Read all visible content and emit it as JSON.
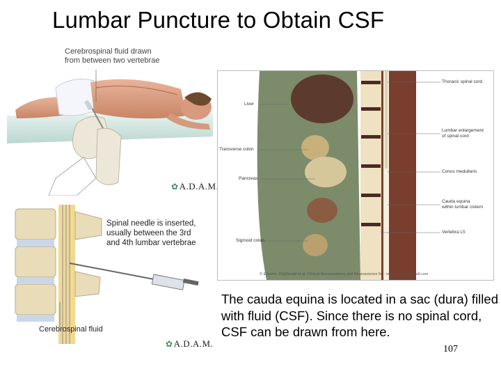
{
  "slide": {
    "title": "Lumbar Puncture to Obtain CSF",
    "body": "The cauda equina is located in a sac (dura) filled with fluid (CSF). Since there is no spinal cord, CSF can be drawn from here.",
    "page_number": "107"
  },
  "figure_patient": {
    "caption_line1": "Cerebrospinal fluid drawn",
    "caption_line2": "from between two vertebrae",
    "brand": "A.D.A.M."
  },
  "figure_spine": {
    "caption_line1": "Spinal needle is inserted,",
    "caption_line2": "usually between the 3rd",
    "caption_line3": "and 4th lumbar vertebrae",
    "fluid_label": "Cerebrospinal fluid",
    "brand": "A.D.A.M."
  },
  "figure_section": {
    "labels_left": [
      "Liver",
      "Transverse colon",
      "Pancreas",
      "Sigmoid colon"
    ],
    "labels_right": [
      "Thoracic spinal cord",
      "Lumbar enlargement",
      "of spinal cord",
      "Conus medullaris",
      "Cauda equina",
      "within lumbar cistern",
      "Vertebra L5"
    ],
    "credit": "© Elsevier. FitzGerald et al. Clinical Neuroanatomy and Neuroscience 5e - www.studentconsult.com"
  }
}
